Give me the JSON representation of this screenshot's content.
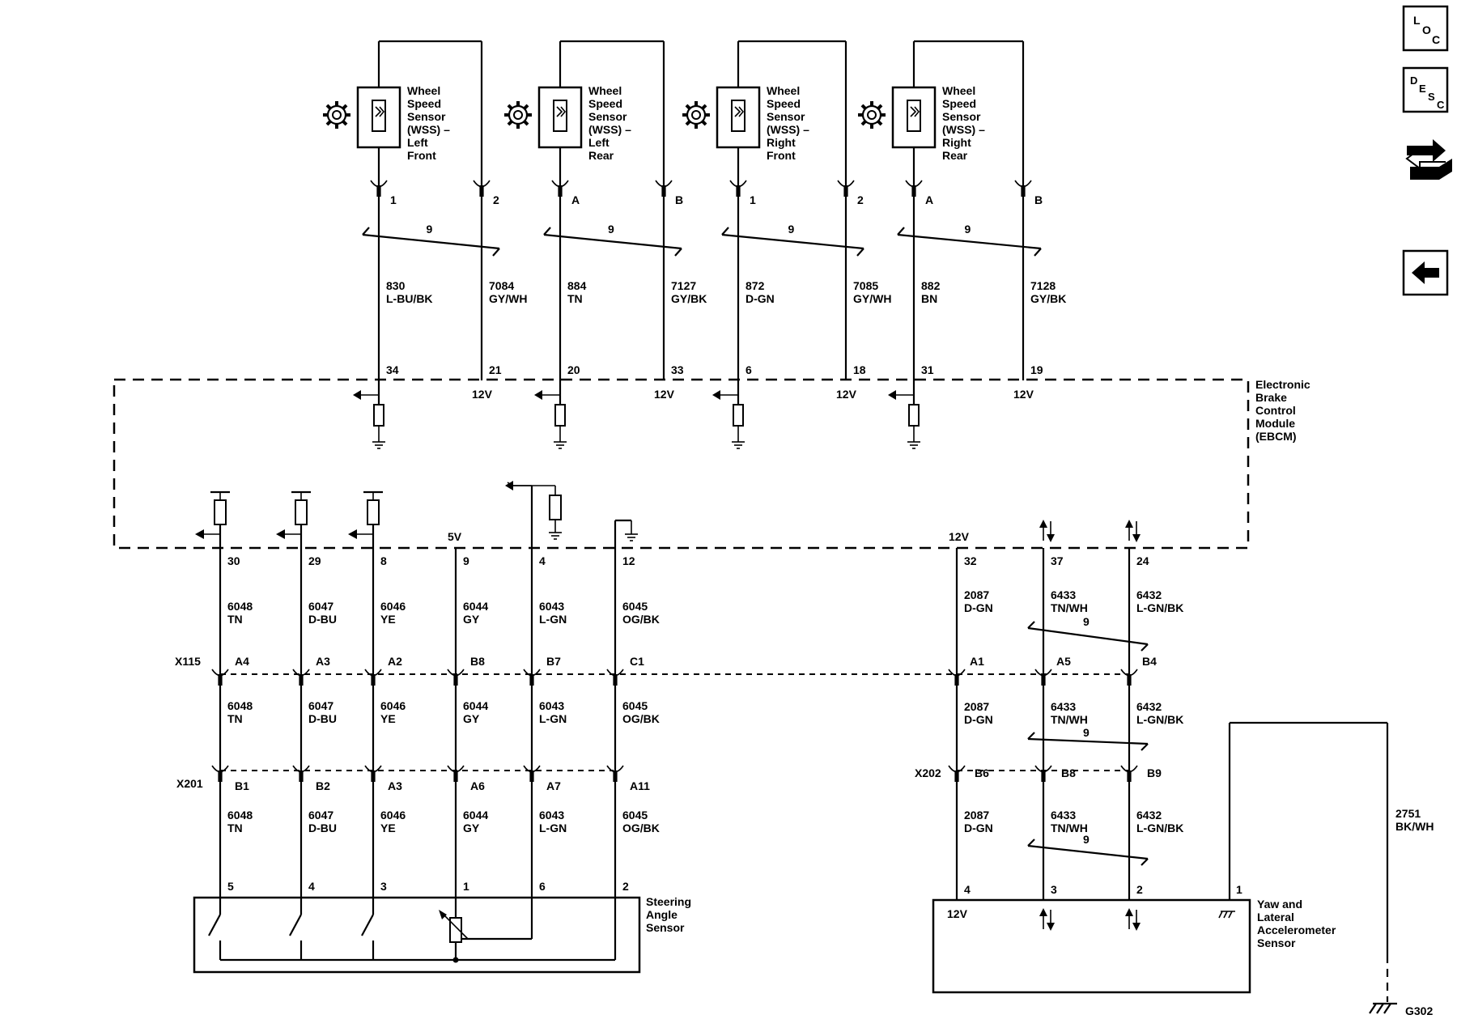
{
  "nav_icons": {
    "loc": [
      "L",
      "O",
      "C"
    ],
    "desc": [
      "D",
      "E",
      "S",
      "C"
    ],
    "back": "back-arrow-icon",
    "connector": "connector-icon"
  },
  "module": {
    "name_lines": [
      "Electronic",
      "Brake",
      "Control",
      "Module",
      "(EBCM)"
    ]
  },
  "wss": [
    {
      "name_lines": [
        "Wheel",
        "Speed",
        "Sensor",
        "(WSS) –",
        "Left",
        "Front"
      ],
      "pin_a": "1",
      "pin_b": "2",
      "twist": "9",
      "circuit_a": "830",
      "color_a": "L-BU/BK",
      "circuit_b": "7084",
      "color_b": "GY/WH",
      "ebcm_a": "34",
      "ebcm_b": "21",
      "voltage": "12V"
    },
    {
      "name_lines": [
        "Wheel",
        "Speed",
        "Sensor",
        "(WSS) –",
        "Left",
        "Rear"
      ],
      "pin_a": "A",
      "pin_b": "B",
      "twist": "9",
      "circuit_a": "884",
      "color_a": "TN",
      "circuit_b": "7127",
      "color_b": "GY/BK",
      "ebcm_a": "20",
      "ebcm_b": "33",
      "voltage": "12V"
    },
    {
      "name_lines": [
        "Wheel",
        "Speed",
        "Sensor",
        "(WSS) –",
        "Right",
        "Front"
      ],
      "pin_a": "1",
      "pin_b": "2",
      "twist": "9",
      "circuit_a": "872",
      "color_a": "D-GN",
      "circuit_b": "7085",
      "color_b": "GY/WH",
      "ebcm_a": "6",
      "ebcm_b": "18",
      "voltage": "12V"
    },
    {
      "name_lines": [
        "Wheel",
        "Speed",
        "Sensor",
        "(WSS) –",
        "Right",
        "Rear"
      ],
      "pin_a": "A",
      "pin_b": "B",
      "twist": "9",
      "circuit_a": "882",
      "color_a": "BN",
      "circuit_b": "7128",
      "color_b": "GY/BK",
      "ebcm_a": "31",
      "ebcm_b": "19",
      "voltage": "12V"
    }
  ],
  "steering_wires": [
    {
      "ebcm_pin": "30",
      "circuit": "6048",
      "color": "TN",
      "x115": "A4",
      "x201": "B1",
      "sensor_pin": "5"
    },
    {
      "ebcm_pin": "29",
      "circuit": "6047",
      "color": "D-BU",
      "x115": "A3",
      "x201": "B2",
      "sensor_pin": "4"
    },
    {
      "ebcm_pin": "8",
      "circuit": "6046",
      "color": "YE",
      "x115": "A2",
      "x201": "A3",
      "sensor_pin": "3"
    },
    {
      "ebcm_pin": "9",
      "circuit": "6044",
      "color": "GY",
      "x115": "B8",
      "x201": "A6",
      "sensor_pin": "1",
      "voltage": "5V"
    },
    {
      "ebcm_pin": "4",
      "circuit": "6043",
      "color": "L-GN",
      "x115": "B7",
      "x201": "A7",
      "sensor_pin": "6"
    },
    {
      "ebcm_pin": "12",
      "circuit": "6045",
      "color": "OG/BK",
      "x115": "C1",
      "x201": "A11",
      "sensor_pin": "2"
    }
  ],
  "yaw_wires": [
    {
      "ebcm_pin": "32",
      "circuit": "2087",
      "color": "D-GN",
      "x115": "A1",
      "x202": "B6",
      "sensor_pin": "4",
      "voltage": "12V"
    },
    {
      "ebcm_pin": "37",
      "circuit": "6433",
      "color": "TN/WH",
      "x115": "A5",
      "x202": "B8",
      "sensor_pin": "3"
    },
    {
      "ebcm_pin": "24",
      "circuit": "6432",
      "color": "L-GN/BK",
      "x115": "B4",
      "x202": "B9",
      "sensor_pin": "2"
    }
  ],
  "twist_label": "9",
  "connectors": {
    "x115": "X115",
    "x201": "X201",
    "x202": "X202"
  },
  "steering_sensor": {
    "name_lines": [
      "Steering",
      "Angle",
      "Sensor"
    ]
  },
  "yaw_sensor": {
    "name_lines": [
      "Yaw and",
      "Lateral",
      "Accelerometer",
      "Sensor"
    ],
    "voltage": "12V"
  },
  "ground_wire": {
    "sensor_pin": "1",
    "circuit": "2751",
    "color": "BK/WH",
    "ground": "G302"
  }
}
